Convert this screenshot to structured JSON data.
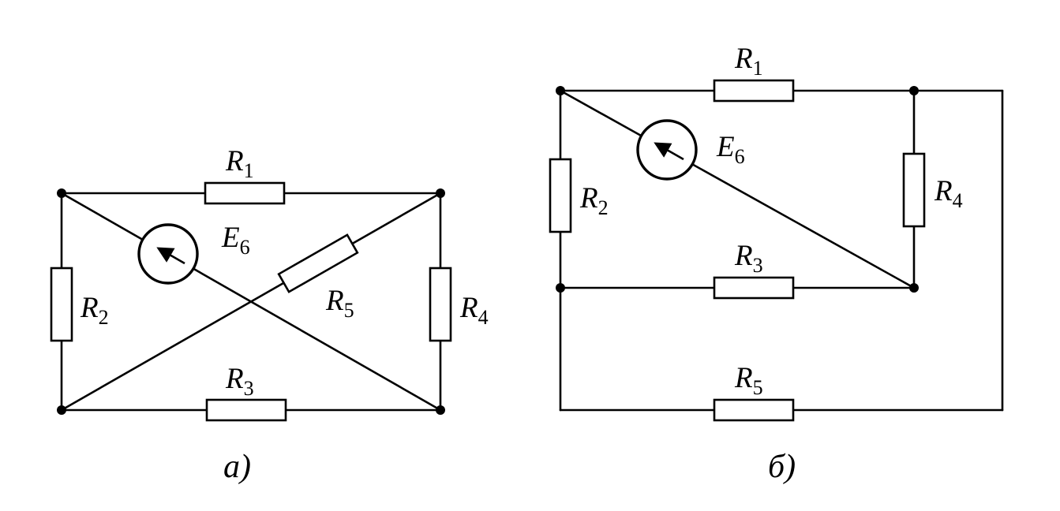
{
  "figure": {
    "background": "#ffffff",
    "stroke_color": "#000000",
    "circuit_a": {
      "caption": "а)",
      "labels": {
        "r1": {
          "base": "R",
          "sub": "1"
        },
        "r2": {
          "base": "R",
          "sub": "2"
        },
        "r3": {
          "base": "R",
          "sub": "3"
        },
        "r4": {
          "base": "R",
          "sub": "4"
        },
        "r5": {
          "base": "R",
          "sub": "5"
        },
        "e6": {
          "base": "E",
          "sub": "6"
        }
      }
    },
    "circuit_b": {
      "caption": "б)",
      "labels": {
        "r1": {
          "base": "R",
          "sub": "1"
        },
        "r2": {
          "base": "R",
          "sub": "2"
        },
        "r3": {
          "base": "R",
          "sub": "3"
        },
        "r4": {
          "base": "R",
          "sub": "4"
        },
        "r5": {
          "base": "R",
          "sub": "5"
        },
        "e6": {
          "base": "E",
          "sub": "6"
        }
      }
    }
  }
}
